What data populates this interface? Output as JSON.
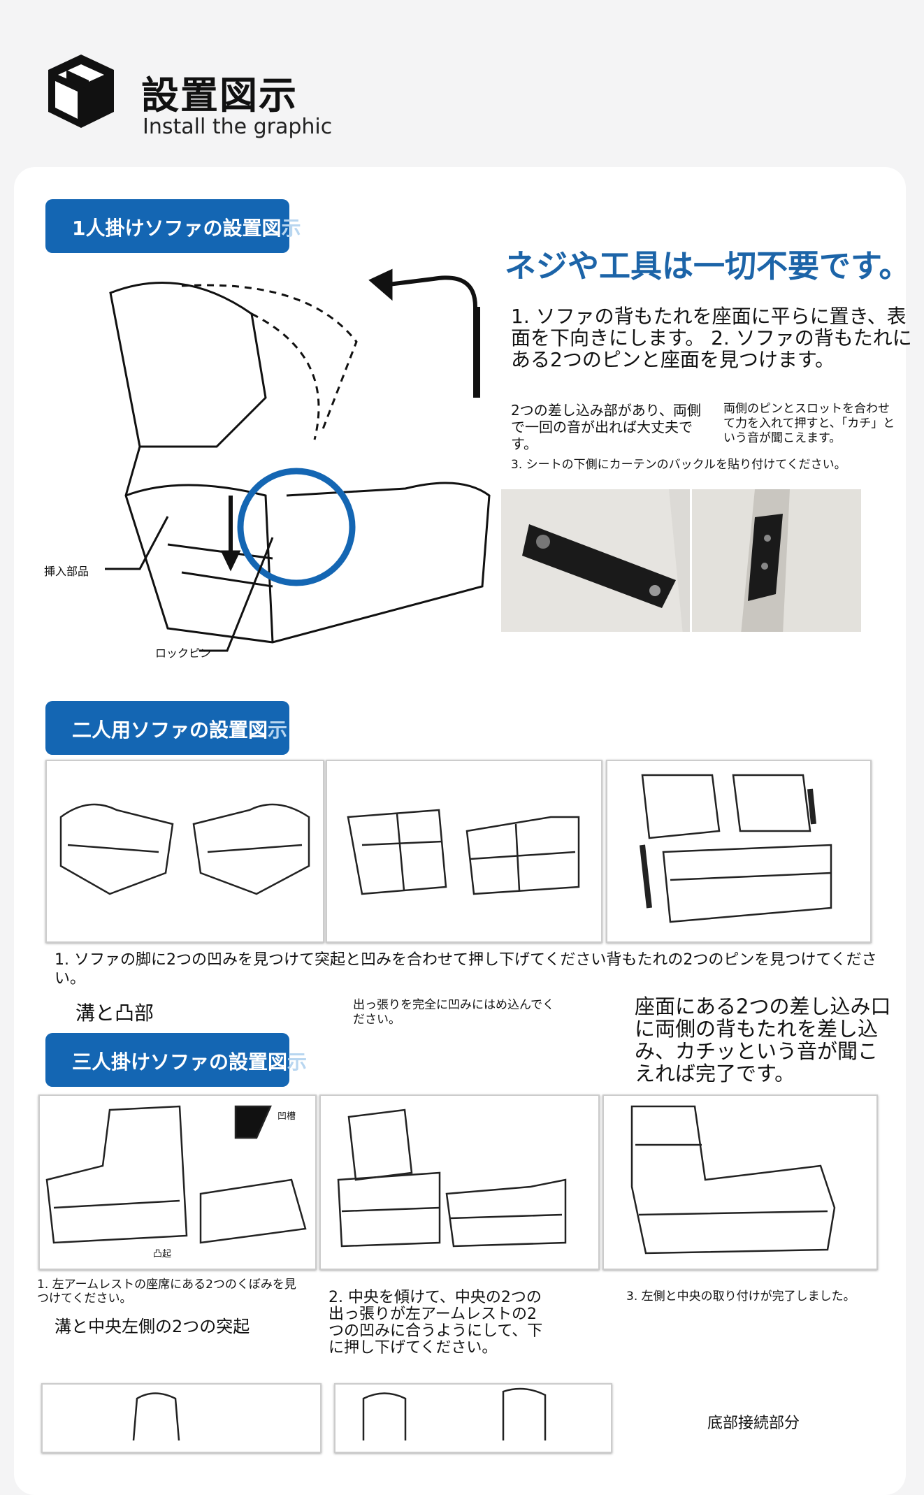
{
  "header": {
    "icon": "box-icon",
    "title": "設置図示",
    "subtitle": "Install the graphic"
  },
  "section1": {
    "badge_main": "1人掛けソファの設置図",
    "badge_tail": "示",
    "headline": "ネジや工具は一切不要です。",
    "step12": "1. ソファの背もたれを座面に平らに置き、表面を下向きにします。 2. ソファの背もたれにある2つのピンと座面を見つけます。",
    "overlay_a": "2つの差し込み部があり、両側で一回の音が出れば大丈夫です。",
    "overlay_b": "両側のピンとスロットを合わせて力を入れて押すと、「カチ」という音が聞こえます。",
    "step3": "3. シートの下側にカーテンのバックルを貼り付けてください。",
    "label_insert": "挿入部品",
    "label_lockpin": "ロックピン"
  },
  "section2": {
    "badge_main": "二人用ソファの設置図",
    "badge_tail": "示",
    "caption_line": "1. ソファの脚に2つの凹みを見つけて突起と凹みを合わせて押し下げてください背もたれの2つのピンを見つけてください。",
    "sub1": "溝と凸部",
    "sub2": "出っ張りを完全に凹みにはめ込んでください。",
    "sub3": "座面にある2つの差し込み口に両側の背もたれを差し込み、カチッという音が聞こえれば完了です。"
  },
  "section3": {
    "badge_main": "三人掛けソファの設置図",
    "badge_tail": "示",
    "label_groove": "凹槽",
    "label_bump": "凸起",
    "cap1": "1. 左アームレストの座席にある2つのくぼみを見つけてください。",
    "cap1_sub": "溝と中央左側の2つの突起",
    "cap2": "2. 中央を傾けて、中央の2つの出っ張りが左アームレストの2つの凹みに合うようにして、下に押し下げてください。",
    "cap3": "3. 左側と中央の取り付けが完了しました。",
    "bottom_label": "底部接続部分"
  },
  "colors": {
    "accent": "#1466b3",
    "headline": "#1c64a8",
    "background": "#f4f4f5"
  }
}
